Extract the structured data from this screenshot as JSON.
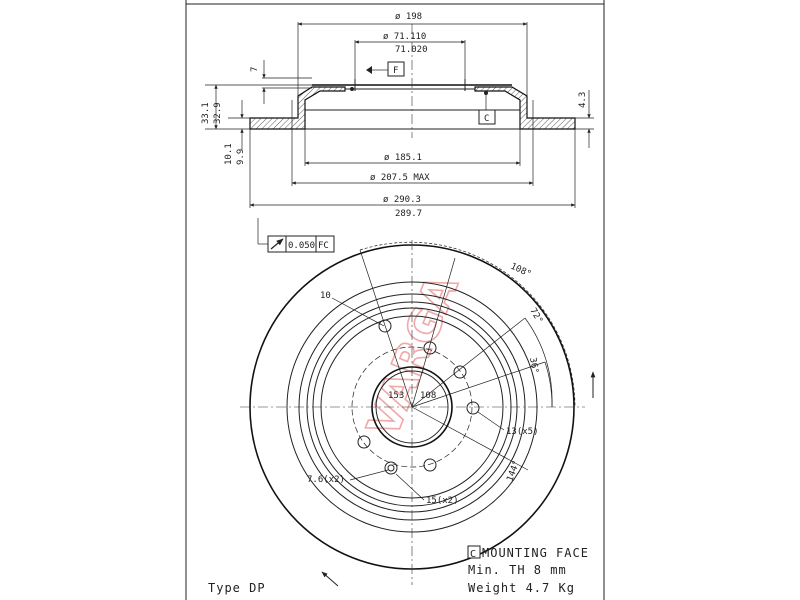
{
  "dimensions": {
    "dia_198": "ø 198",
    "dia_71_110": "ø 71.110",
    "val_71_020": "71.020",
    "val_7": "7",
    "val_33_1": "33.1",
    "val_32_9": "32.9",
    "val_4_3": "4.3",
    "val_10_1": "10.1",
    "val_9_9": "9.9",
    "dia_185_1": "ø 185.1",
    "dia_207_5": "ø 207.5 MAX",
    "dia_290_3": "ø 290.3",
    "val_289_7": "289.7"
  },
  "datum_labels": {
    "F": "F",
    "C": "C"
  },
  "tolerance": {
    "value": "0.050",
    "datum": "FC"
  },
  "front_view": {
    "angle_108": "108°",
    "angle_72": "72°",
    "angle_36": "36°",
    "angle_144": "144°",
    "hole_10": "10",
    "val_153": "153",
    "val_108": "108",
    "holes_13": "13(x5)",
    "holes_7_6": "7.6(x2)",
    "holes_15": "15(x2)"
  },
  "notes": {
    "mounting_letter": "C",
    "mounting_face": "MOUNTING FACE",
    "min_th": "Min. TH  8 mm",
    "weight": "Weight  4.7 Kg"
  },
  "type_label": "Type DP",
  "watermark": "VARGA"
}
